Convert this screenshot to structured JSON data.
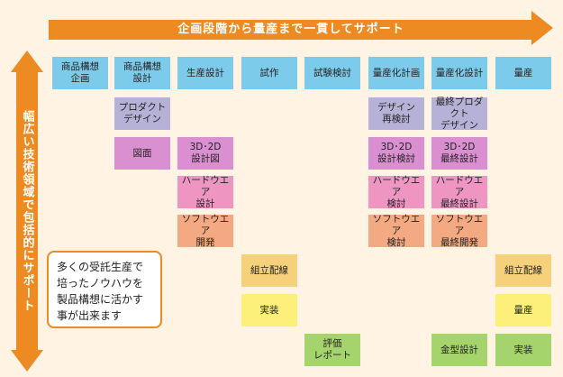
{
  "top_arrow": {
    "label": "企画段階から量産まで一貫してサポート"
  },
  "side_arrow": {
    "label": "幅広い技術領域で包括的にサポート"
  },
  "callout": {
    "text": "多くの受託生産で\n培ったノウハウを\n製品構想に活かす\n事が出来ます"
  },
  "columns": [
    {
      "header": "商品構想\n企画",
      "items": []
    },
    {
      "header": "商品構想\n設計",
      "items": [
        "プロダクト\nデザイン",
        "図面"
      ]
    },
    {
      "header": "生産設計",
      "items": [
        "3D･2D\n設計図",
        "ハードウエア\n設計",
        "ソフトウエア\n開発"
      ]
    },
    {
      "header": "試作",
      "items": [
        "組立配線",
        "実装"
      ]
    },
    {
      "header": "試験検討",
      "items": [
        "評価\nレポート"
      ]
    },
    {
      "header": "量産化計画",
      "items": [
        "デザイン\n再検討",
        "3D･2D\n設計検討",
        "ハードウエア\n検討",
        "ソフトウエア\n検討"
      ]
    },
    {
      "header": "量産化設計",
      "items": [
        "最終プロダクト\nデザイン",
        "3D･2D\n最終設計",
        "ハードウエア\n最終設計",
        "ソフトウエア\n最終開発",
        "金型設計"
      ]
    },
    {
      "header": "量産",
      "items": [
        "組立配線",
        "量産",
        "実装"
      ]
    }
  ],
  "colors": {
    "arrow": "#ee8a22",
    "background": "#fff4e3",
    "header": "#7dcbea",
    "design": "#b6b1d6",
    "drawing": "#d98fd0",
    "hardware": "#ee95c2",
    "software": "#f3a981",
    "assembly": "#f5d17c",
    "mounting": "#fdf07a",
    "evaluation": "#a5d36c"
  }
}
